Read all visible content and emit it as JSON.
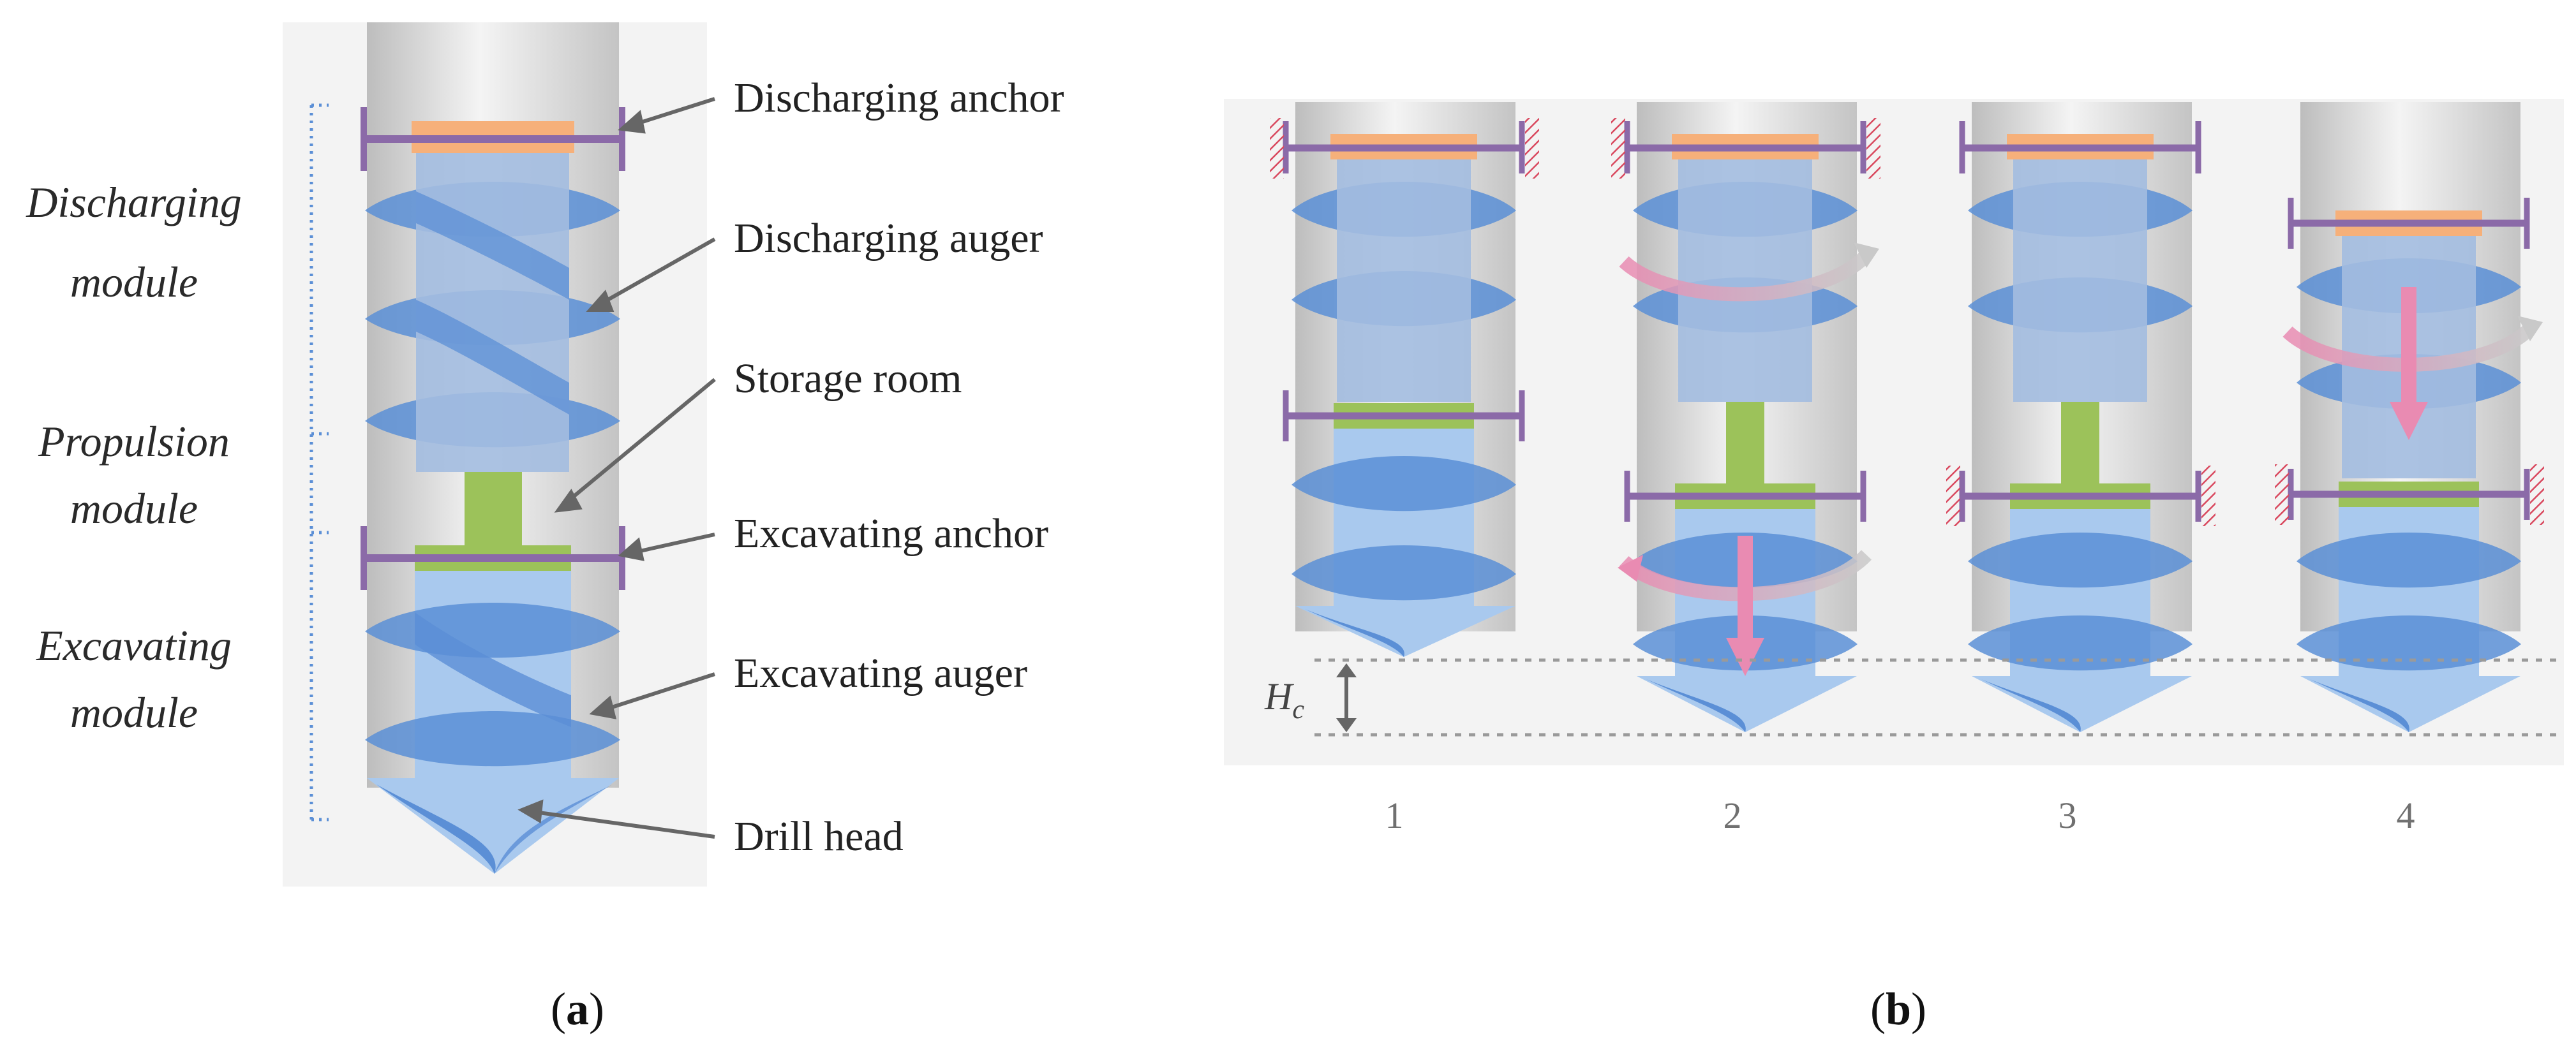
{
  "panel_a": {
    "module_labels": [
      {
        "line1": "Discharging",
        "line2": "module"
      },
      {
        "line1": "Propulsion",
        "line2": "module"
      },
      {
        "line1": "Excavating",
        "line2": "module"
      }
    ],
    "part_labels": [
      "Discharging anchor",
      "Discharging auger",
      "Storage room",
      "Excavating anchor",
      "Excavating auger",
      "Drill head"
    ]
  },
  "panel_b": {
    "steps": [
      "1",
      "2",
      "3",
      "4"
    ],
    "height_symbol": "H",
    "height_subscript": "c"
  },
  "captions": {
    "a": {
      "open": "(",
      "letter": "a",
      "close": ")"
    },
    "b": {
      "open": "(",
      "letter": "b",
      "close": ")"
    }
  },
  "colors": {
    "panel_bg": "#f3f3f3",
    "tube_light": "#e6e6e6",
    "tube_dark": "#bdbdbd",
    "auger": "#5b8fd6",
    "auger_core": "#a9c9ee",
    "discharge_core": "#a3bde0",
    "anchor_bar": "#8b6aa8",
    "orange_pad": "#f6b07a",
    "green": "#9cc25a",
    "pink_arrow": "#e98bb2",
    "hatch": "#d9485e"
  }
}
